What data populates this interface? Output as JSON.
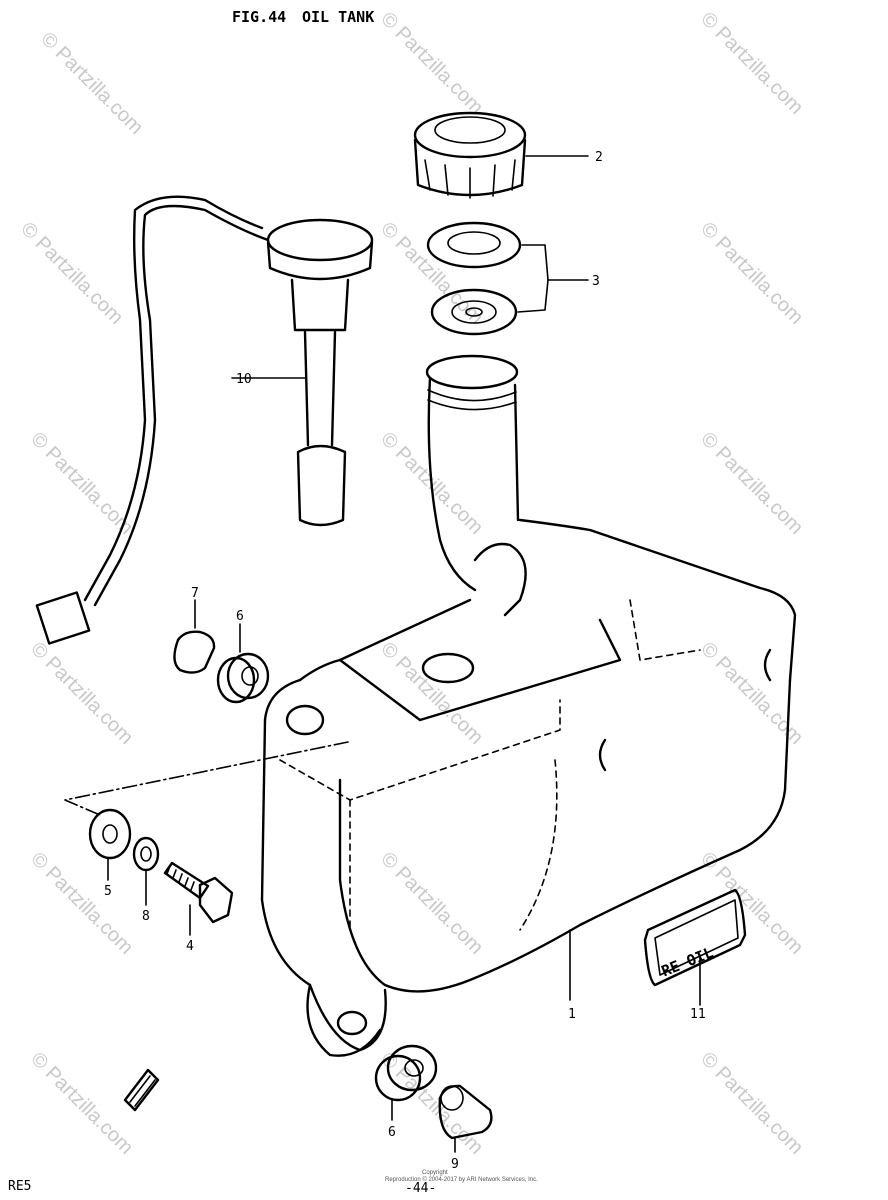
{
  "figure": {
    "title": "FIG.44",
    "subtitle": "OIL TANK",
    "model": "RE5",
    "page": "-44-"
  },
  "copyright": {
    "line1": "Copyright",
    "line2": "Reproduction © 2004-2017 by ARI Network Services, Inc."
  },
  "watermark": {
    "text": "© Partzilla.com"
  },
  "callouts": [
    {
      "ref": "1"
    },
    {
      "ref": "2"
    },
    {
      "ref": "3"
    },
    {
      "ref": "4"
    },
    {
      "ref": "5"
    },
    {
      "ref": "6"
    },
    {
      "ref": "6"
    },
    {
      "ref": "7"
    },
    {
      "ref": "8"
    },
    {
      "ref": "9"
    },
    {
      "ref": "10"
    },
    {
      "ref": "11"
    }
  ],
  "label_plate": {
    "text": "RE OIL"
  }
}
